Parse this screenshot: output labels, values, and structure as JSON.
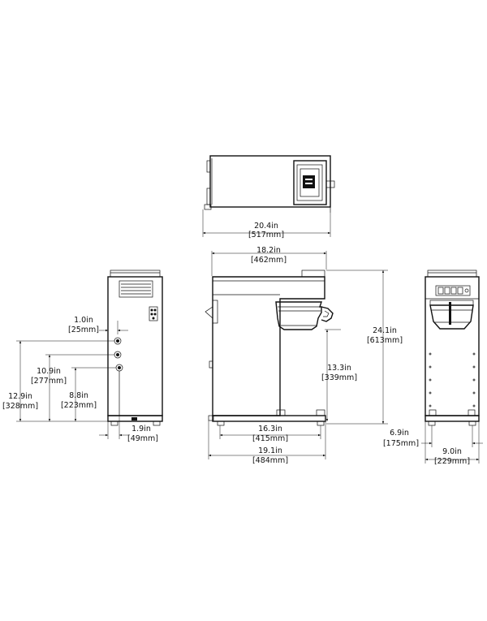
{
  "dimensions": {
    "top_depth": {
      "imperial": "20.4in",
      "metric": "[517mm]"
    },
    "front_width_top": {
      "imperial": "18.2in",
      "metric": "[462mm]"
    },
    "overall_height": {
      "imperial": "24.1in",
      "metric": "[613mm]"
    },
    "funnel_clearance": {
      "imperial": "13.3in",
      "metric": "[339mm]"
    },
    "leg_spacing_depth": {
      "imperial": "16.3in",
      "metric": "[415mm]"
    },
    "overall_depth": {
      "imperial": "19.1in",
      "metric": "[484mm]"
    },
    "inlet_offset": {
      "imperial": "1.0in",
      "metric": "[25mm]"
    },
    "inlet_upper_height": {
      "imperial": "10.9in",
      "metric": "[277mm]"
    },
    "inlet_lower_height": {
      "imperial": "8.8in",
      "metric": "[223mm]"
    },
    "rear_total_height": {
      "imperial": "12.9in",
      "metric": "[328mm]"
    },
    "rear_inlet_side": {
      "imperial": "1.9in",
      "metric": "[49mm]"
    },
    "leg_spacing_width": {
      "imperial": "6.9in",
      "metric": "[175mm]"
    },
    "overall_width": {
      "imperial": "9.0in",
      "metric": "[229mm]"
    }
  }
}
